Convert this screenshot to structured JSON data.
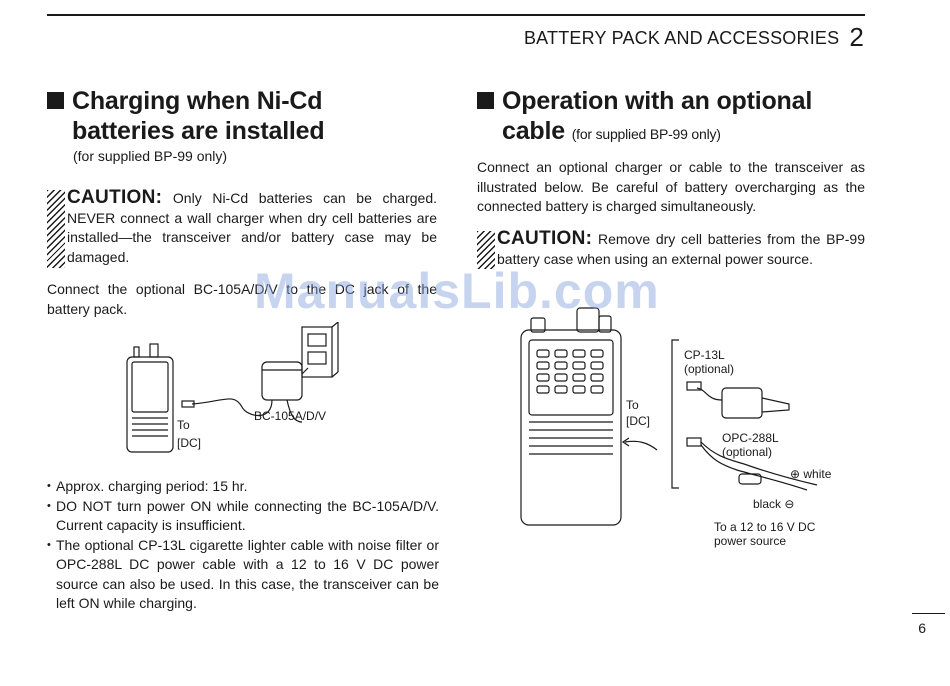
{
  "header": {
    "title": "BATTERY PACK AND ACCESSORIES",
    "section_number": "2"
  },
  "left": {
    "heading_line1": "Charging when Ni-Cd",
    "heading_line2": "batteries are installed",
    "subheading": "(for supplied BP-99 only)",
    "caution_word": "CAUTION:",
    "caution_text": " Only Ni-Cd batteries can be charged. NEVER connect a wall charger when dry cell batteries are installed—the transceiver and/or battery case may be damaged.",
    "connect_text": "Connect the optional BC-105A/D/V to the DC jack of the battery pack.",
    "fig": {
      "charger_label": "BC-105A/D/V",
      "to_label": "To",
      "dc_label": "[DC]"
    },
    "bullets": [
      "Approx. charging period: 15 hr.",
      "DO NOT turn power ON while connecting the BC-105A/D/V. Current capacity is insufficient.",
      "The optional CP-13L cigarette lighter cable with noise filter or OPC-288L DC power cable with a 12 to 16 V DC power source can also be used. In this case, the transceiver can be left ON while charging."
    ]
  },
  "right": {
    "heading_line1": "Operation with an optional",
    "heading_line2": "cable",
    "heading_note": "(for supplied BP-99 only)",
    "intro": "Connect an optional charger or cable to the transceiver as illustrated below. Be careful of battery overcharging as the connected battery is charged simultaneously.",
    "caution_word": "CAUTION:",
    "caution_text": " Remove dry cell batteries from the BP-99 battery case when using an external power source.",
    "fig": {
      "cp13l": "CP-13L",
      "cp13l_opt": "(optional)",
      "opc288l": "OPC-288L",
      "opc288l_opt": "(optional)",
      "to_label": "To",
      "dc_label": "[DC]",
      "white": "⊕ white",
      "black": "black ⊖",
      "source_line1": "To a 12 to 16 V DC",
      "source_line2": "power source"
    }
  },
  "watermark": "ManualsLib.com",
  "page_number": "6"
}
